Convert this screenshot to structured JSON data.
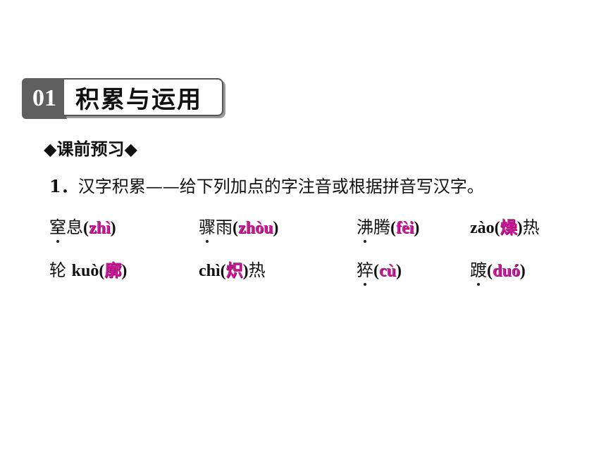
{
  "header": {
    "number": "01",
    "title": "积累与运用"
  },
  "section": {
    "label": "◆课前预习◆"
  },
  "question": {
    "number": "1．",
    "text": "汉字积累——给下列加点的字注音或根据拼音写汉字。"
  },
  "items": [
    {
      "dotted": "窒",
      "rest": "息",
      "answer": "zhì",
      "after": ""
    },
    {
      "dotted": "骤",
      "rest": "雨",
      "answer": "zhòu",
      "after": ""
    },
    {
      "dotted": "沸",
      "rest": "腾",
      "answer": "fèi",
      "after": ""
    },
    {
      "prefix_pinyin": "zào",
      "answer": "燥",
      "after": "热"
    },
    {
      "prefix_text": "轮 ",
      "prefix_pinyin": "kuò",
      "answer": "廓",
      "after": ""
    },
    {
      "prefix_pinyin": "chì",
      "answer": "炽",
      "after": "热"
    },
    {
      "dotted": "猝",
      "answer": "cù",
      "after": ""
    },
    {
      "dotted": "踱",
      "answer": "duó",
      "after": ""
    }
  ]
}
